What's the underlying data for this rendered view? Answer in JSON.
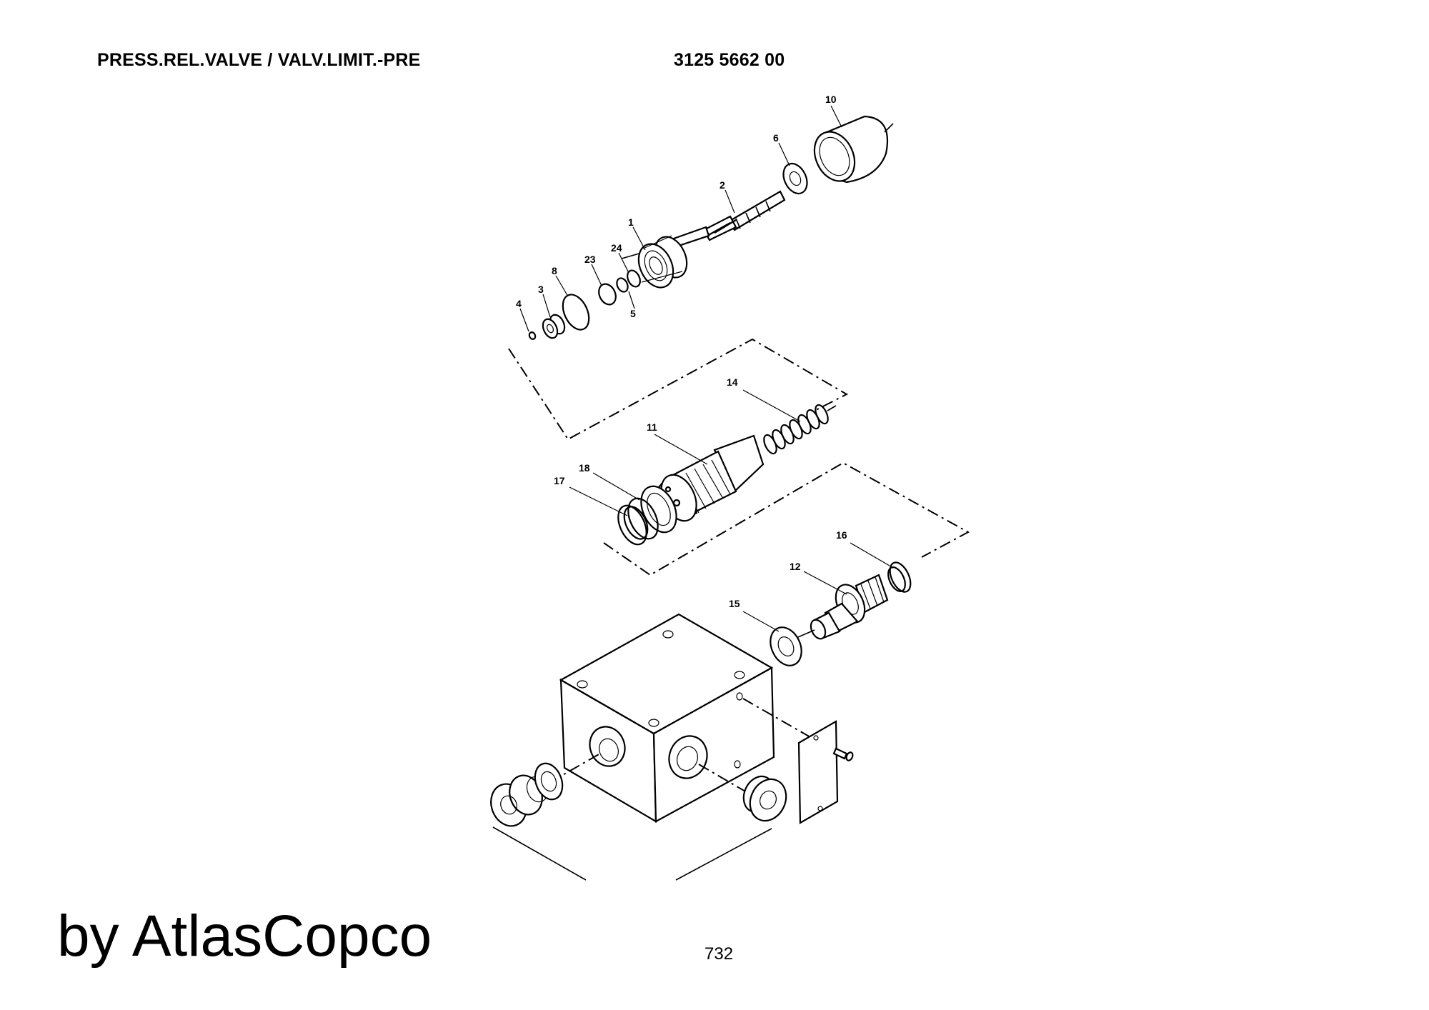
{
  "header": {
    "title": "PRESS.REL.VALVE / VALV.LIMIT.-PRE",
    "part_number": "3125 5662 00"
  },
  "callouts": [
    "10",
    "6",
    "2",
    "1",
    "24",
    "23",
    "8",
    "3",
    "4",
    "5",
    "14",
    "11",
    "18",
    "17",
    "16",
    "12",
    "15"
  ],
  "footer": {
    "brand": "by AtlasCopco",
    "page": "732"
  }
}
